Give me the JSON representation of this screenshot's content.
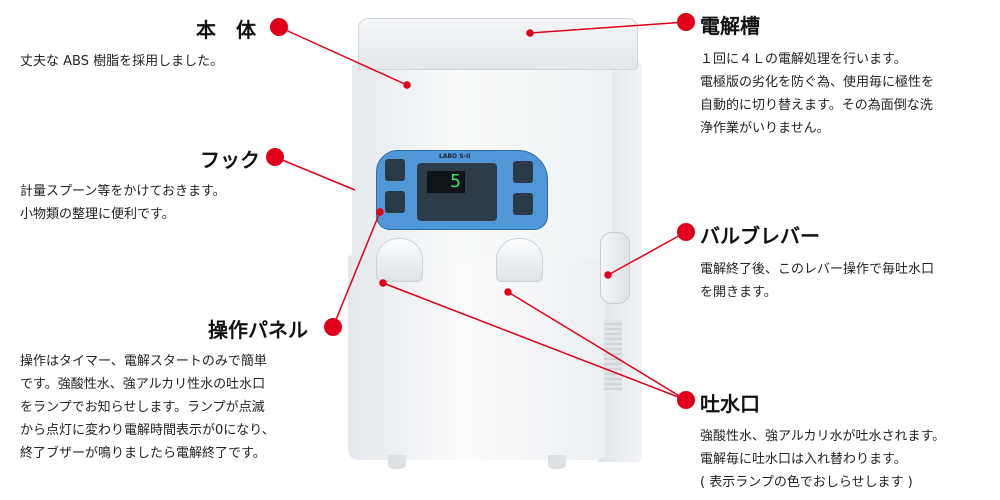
{
  "accent_color": "#e0001b",
  "panel_color": "#4f97d6",
  "product": {
    "model_label": "LABO S-II",
    "display_value": "5"
  },
  "callouts": {
    "body": {
      "title": "本　体",
      "desc": "丈夫な ABS 樹脂を採用しました。"
    },
    "hook": {
      "title": "フック",
      "desc": "計量スプーン等をかけておきます。\n小物類の整理に便利です。"
    },
    "panel": {
      "title": "操作パネル",
      "desc": "操作はタイマー、電解スタートのみで簡単\nです。強酸性水、強アルカリ性水の吐水口\nをランプでお知らせします。ランプが点滅\nから点灯に変わり電解時間表示が0になり、\n終了ブザーが鳴りましたら電解終了です。"
    },
    "tank": {
      "title": "電解槽",
      "desc": "１回に４Ｌの電解処理を行います。\n電極版の劣化を防ぐ為、使用毎に極性を\n自動的に切り替えます。その為面倒な洗\n浄作業がいりません。"
    },
    "valve": {
      "title": "バルブレバー",
      "desc": "電解終了後、このレバー操作で毎吐水口\nを開きます。"
    },
    "outlet": {
      "title": "吐水口",
      "desc": "強酸性水、強アルカリ水が吐水されます。\n電解毎に吐水口は入れ替わります。\n( 表示ランプの色でおしらせします )"
    }
  }
}
